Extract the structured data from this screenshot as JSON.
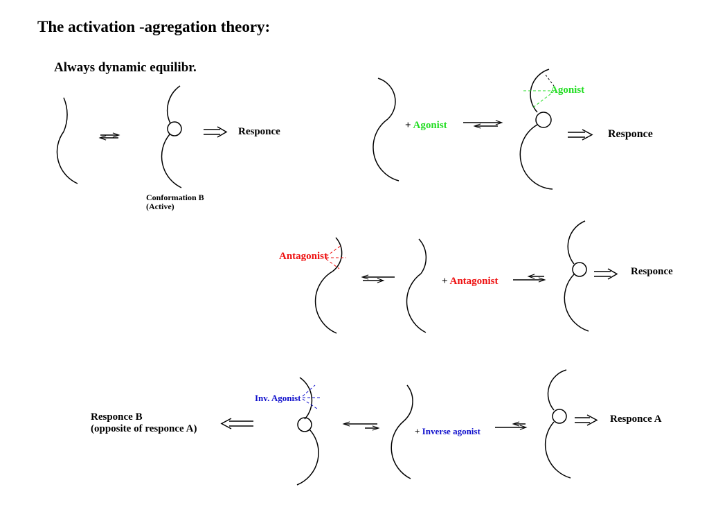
{
  "title": "The activation -agregation theory:",
  "subtitle": "Always dynamic equilibr.",
  "colors": {
    "agonist": "#22dd22",
    "antagonist": "#ee1111",
    "inverse_agonist": "#1111cc",
    "line": "#000000"
  },
  "row1_left": {
    "conformation_b": "Conformation B",
    "active": "(Active)",
    "response": "Responce"
  },
  "row1_right": {
    "plus": "+",
    "agonist": "Agonist",
    "bound_agonist": "Agonist",
    "response": "Responce"
  },
  "row2": {
    "bound_antagonist": "Antagonist",
    "plus": "+",
    "antagonist": "Antagonist",
    "response": "Responce"
  },
  "row3": {
    "response_b": "Responce B",
    "response_b_note": "(opposite of responce A)",
    "bound_inv_agonist": "Inv. Agonist",
    "plus": "+",
    "inverse_agonist": "Inverse agonist",
    "response_a": "Responce A"
  }
}
